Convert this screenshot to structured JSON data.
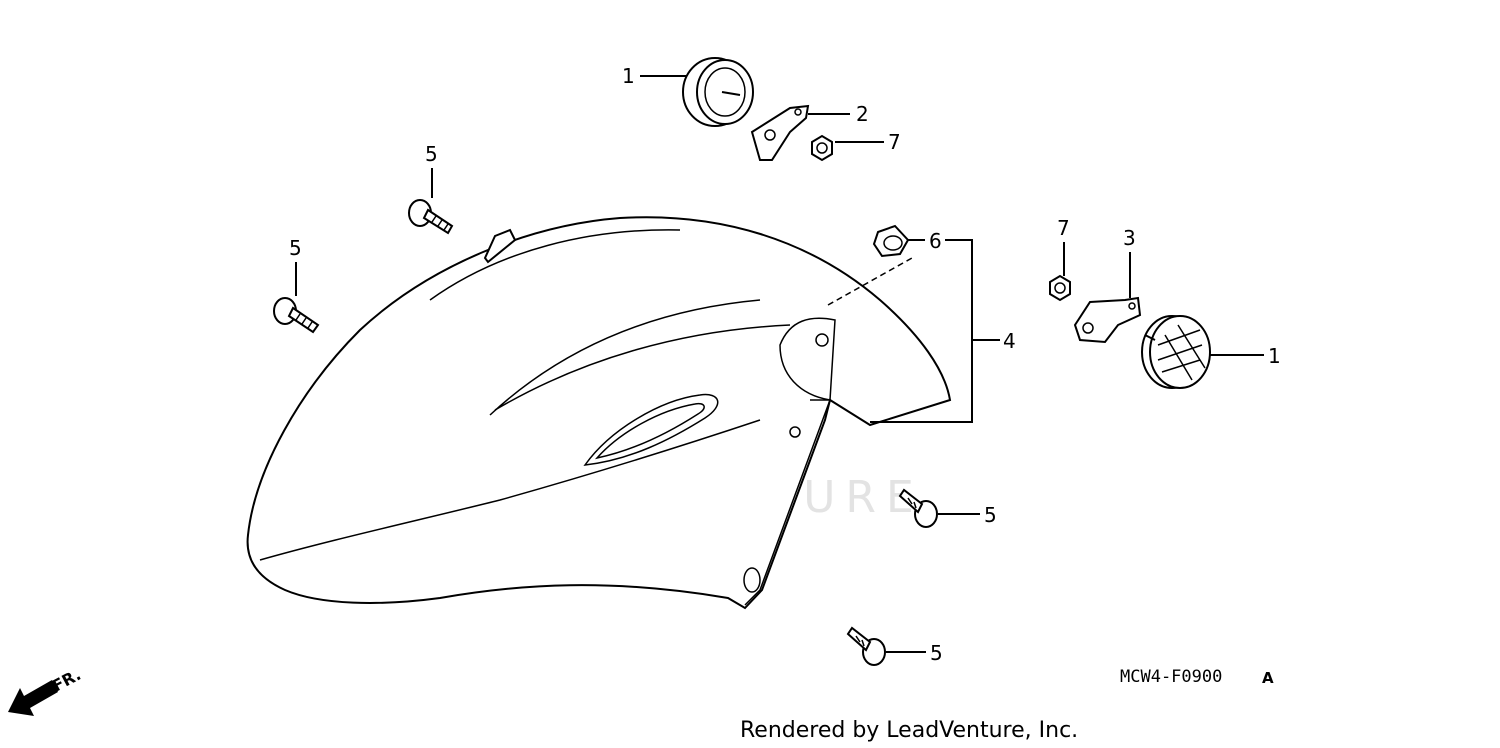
{
  "diagram": {
    "diagram_code": "MCW4-F0900",
    "diagram_code_suffix": "A",
    "direction_label": "FR.",
    "watermark": "LEADVENTURE",
    "footer": "Rendered by LeadVenture, Inc.",
    "callouts": {
      "c1_top": "1",
      "c1_right": "1",
      "c2": "2",
      "c3": "3",
      "c4": "4",
      "c5_upper": "5",
      "c5_left": "5",
      "c5_mid": "5",
      "c5_bottom": "5",
      "c6": "6",
      "c7_top": "7",
      "c7_right": "7"
    }
  }
}
